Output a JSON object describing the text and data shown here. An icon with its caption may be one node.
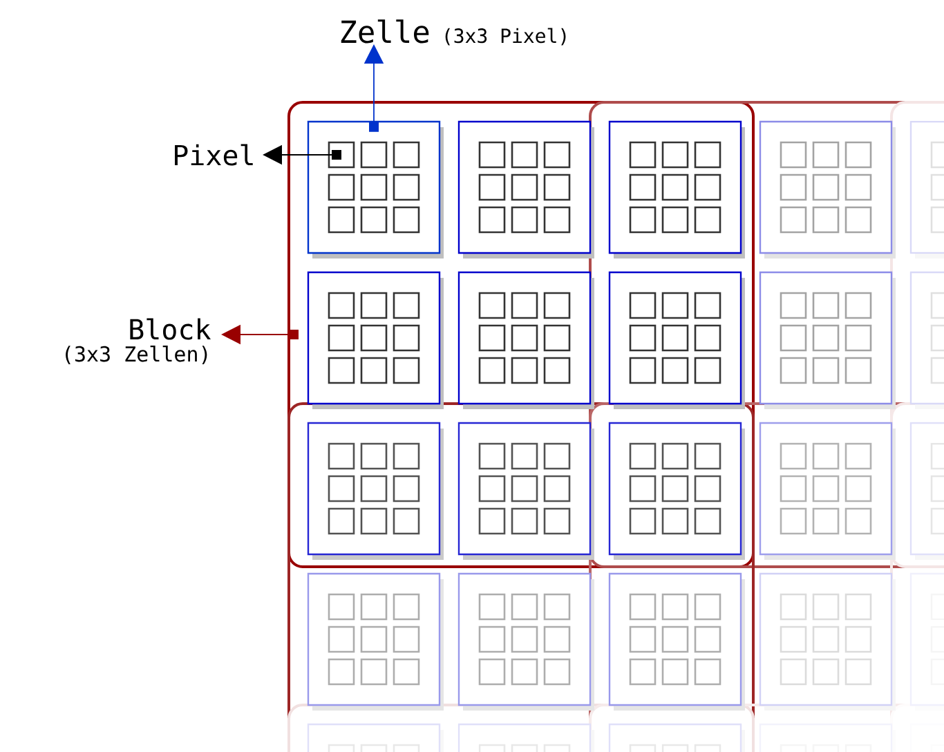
{
  "diagram": {
    "nodes": [
      {
        "text": [
          "Zelle",
          "(3x3 Pixel)"
        ]
      },
      {
        "text": [
          "Pixel"
        ]
      },
      {
        "text": [
          "Block",
          "(3x3 Zellen)"
        ]
      },
      {
        "text": [],
        "shape": "box"
      },
      {
        "text": [],
        "shape": "box",
        "in": 3
      },
      {
        "text": [],
        "shape": "box",
        "in": 4
      }
    ],
    "edges": [
      {
        "from": 4,
        "to": 0,
        "arrow": "to",
        "color": "#0033cc"
      },
      {
        "from": 5,
        "to": 1,
        "arrow": "to",
        "color": "#000000"
      },
      {
        "from": 3,
        "to": 2,
        "arrow": "to",
        "color": "#990000"
      }
    ]
  }
}
